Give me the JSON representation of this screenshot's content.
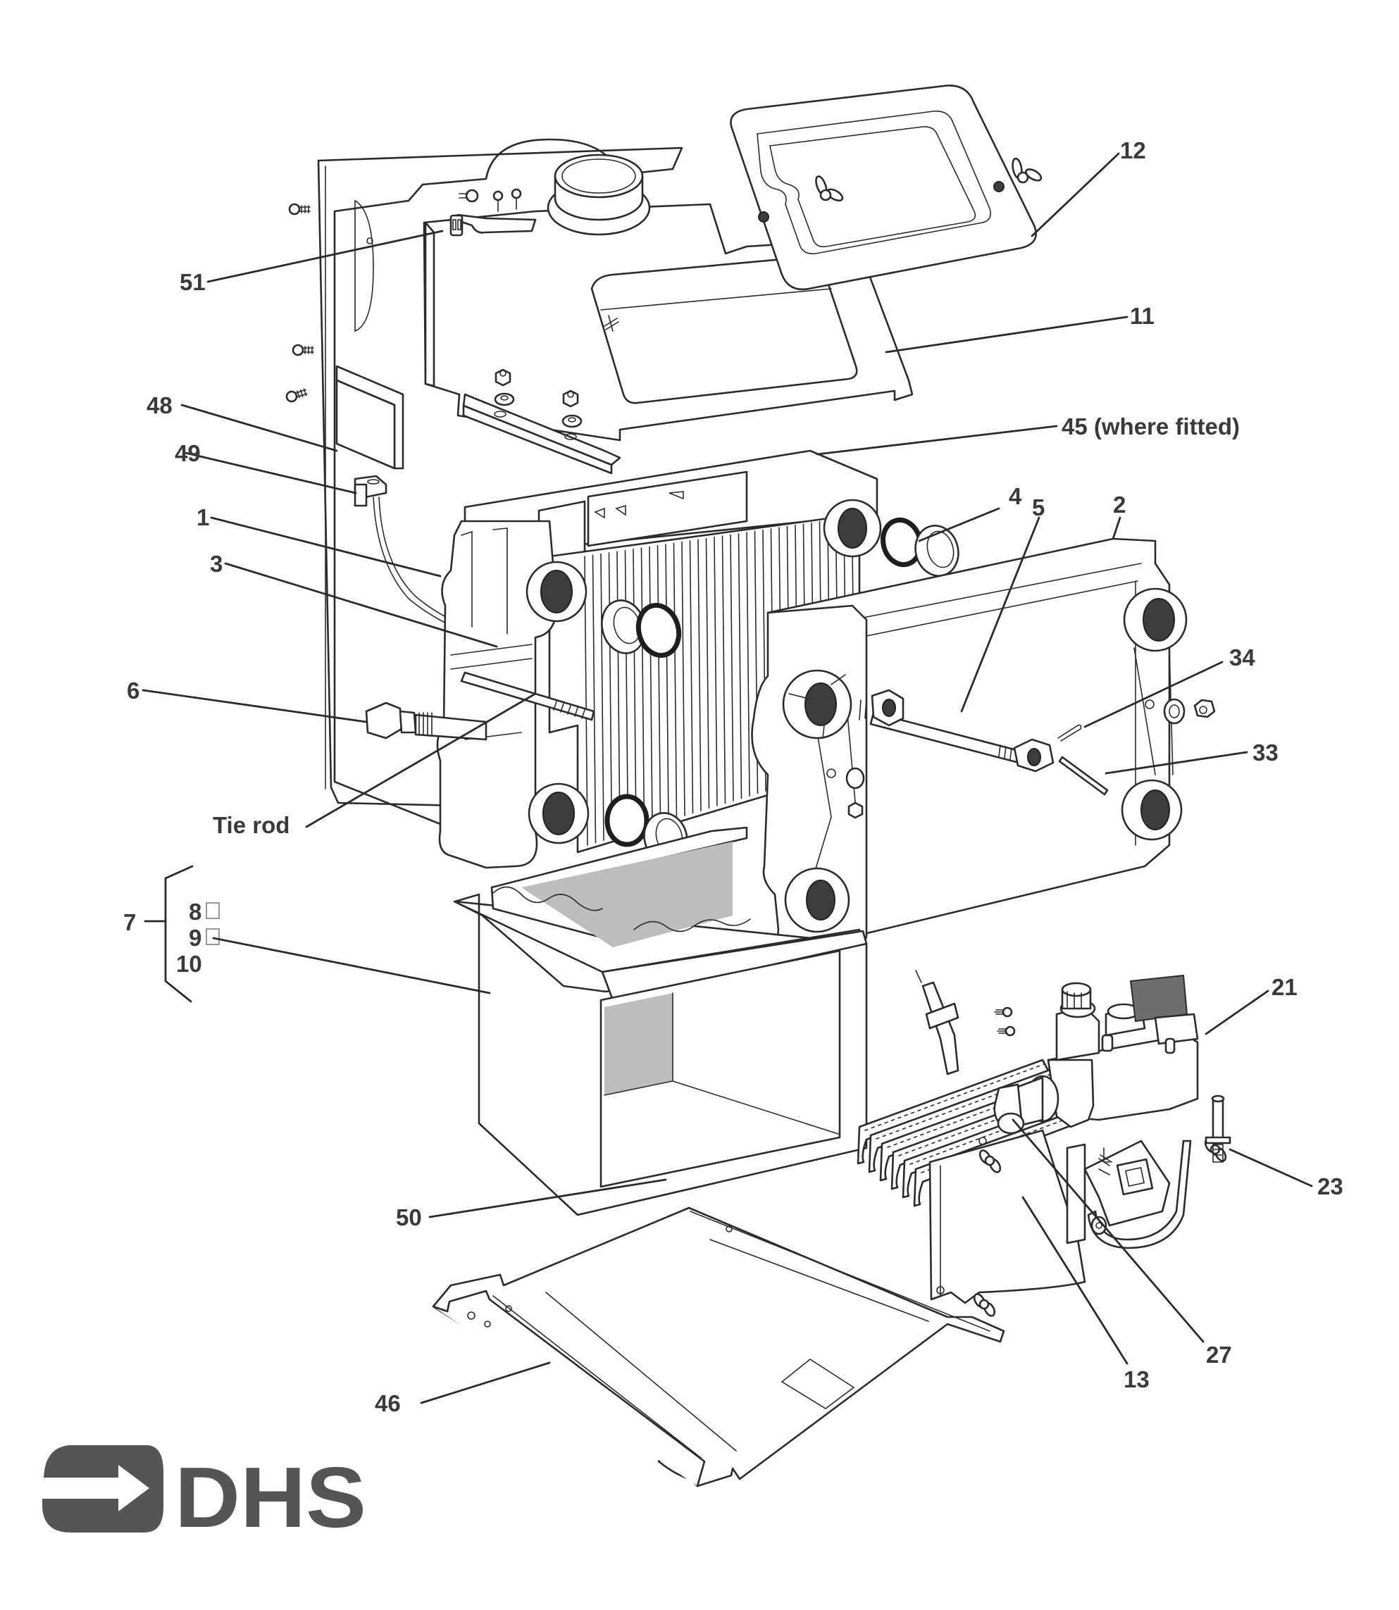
{
  "document": {
    "type": "exploded parts diagram",
    "subject": "boiler heat exchanger and burner assembly"
  },
  "brand": {
    "logo_text": "DHS",
    "logo_icon": "arrow-right-bracket-icon",
    "logo_color": "#555555"
  },
  "colors": {
    "line": "#2b2b2b",
    "label_text": "#3a3a3a",
    "shading": "#bdbdbd",
    "background": "#ffffff"
  },
  "labels": [
    {
      "id": "12",
      "text": "12",
      "part": "sight-glass-cover-plate"
    },
    {
      "id": "51",
      "text": "51",
      "part": "bracket"
    },
    {
      "id": "11",
      "text": "11",
      "part": "draught-diverter-hood"
    },
    {
      "id": "48",
      "text": "48",
      "part": "side-panel-insert"
    },
    {
      "id": "45",
      "text": "45 (where fitted)",
      "part": "baffle"
    },
    {
      "id": "49",
      "text": "49",
      "part": "thermostat-sensor"
    },
    {
      "id": "4",
      "text": "4",
      "part": "connector-and-o-ring"
    },
    {
      "id": "5",
      "text": "5",
      "part": "long-tie-rod"
    },
    {
      "id": "2",
      "text": "2",
      "part": "front-section"
    },
    {
      "id": "1",
      "text": "1",
      "part": "rear-section"
    },
    {
      "id": "3",
      "text": "3",
      "part": "intermediate-section"
    },
    {
      "id": "34",
      "text": "34",
      "part": "split-pin"
    },
    {
      "id": "6",
      "text": "6",
      "part": "pocket-fitting"
    },
    {
      "id": "33",
      "text": "33",
      "part": "pin"
    },
    {
      "id": "tie-rod",
      "text": "Tie rod",
      "part": "tie-rod"
    },
    {
      "id": "7",
      "text": "7",
      "part": "combustion-chamber-kit"
    },
    {
      "id": "8",
      "text": "8",
      "part": "insulation-panel"
    },
    {
      "id": "9",
      "text": "9",
      "part": "insulation-panel"
    },
    {
      "id": "10",
      "text": "10",
      "part": "insulation-panel"
    },
    {
      "id": "21",
      "text": "21",
      "part": "gas-valve"
    },
    {
      "id": "23",
      "text": "23",
      "part": "pilot-assembly"
    },
    {
      "id": "50",
      "text": "50",
      "part": "combustion-chamber"
    },
    {
      "id": "27",
      "text": "27",
      "part": "injector-nut"
    },
    {
      "id": "13",
      "text": "13",
      "part": "burner-assembly"
    },
    {
      "id": "46",
      "text": "46",
      "part": "base-tray"
    }
  ]
}
